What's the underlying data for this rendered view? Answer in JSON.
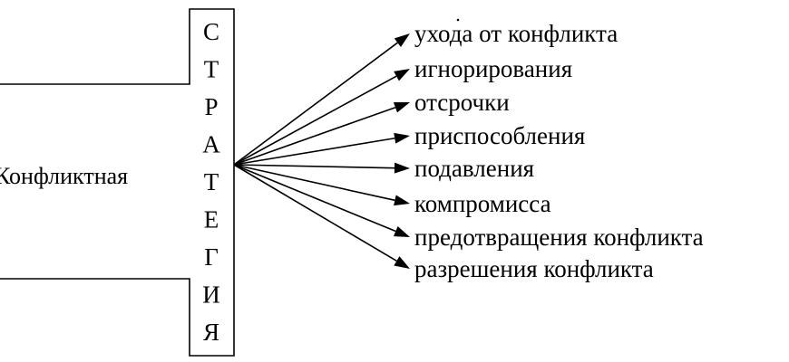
{
  "source_label": "Конфликтная",
  "vertical_label_letters": [
    "С",
    "Т",
    "Р",
    "А",
    "Т",
    "Е",
    "Г",
    "И",
    "Я"
  ],
  "strategies": [
    "ухода от конфликта",
    "игнорирования",
    "отсрочки",
    "приспособления",
    "подавления",
    "компромисса",
    "предотвращения конфликта",
    "разрешения конфликта"
  ]
}
